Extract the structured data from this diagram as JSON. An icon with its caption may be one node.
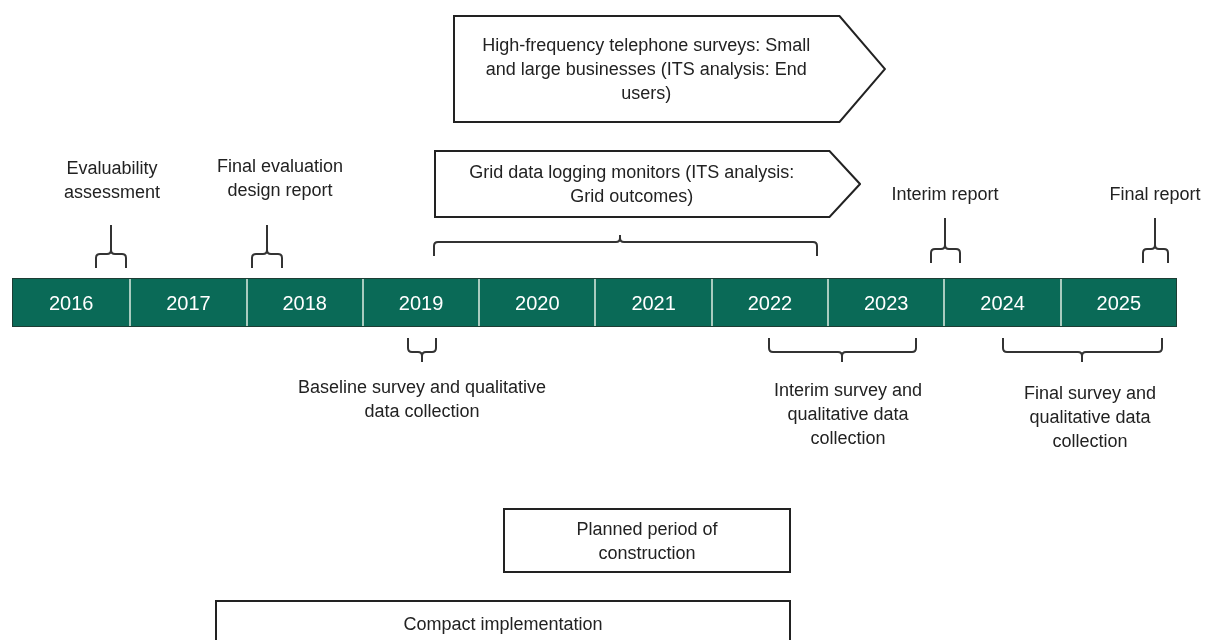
{
  "diagram": {
    "nodes": [
      {
        "text": [
          "High-frequency telephone surveys: Small and large businesses (ITS analysis: End users)"
        ]
      },
      {
        "text": [
          "Grid data logging monitors (ITS analysis: Grid outcomes)"
        ]
      },
      {
        "text": [
          "2016"
        ]
      },
      {
        "text": [
          "2017"
        ]
      },
      {
        "text": [
          "2018"
        ]
      },
      {
        "text": [
          "2019"
        ]
      },
      {
        "text": [
          "2020"
        ]
      },
      {
        "text": [
          "2021"
        ]
      },
      {
        "text": [
          "2022"
        ]
      },
      {
        "text": [
          "2023"
        ]
      },
      {
        "text": [
          "2024"
        ]
      },
      {
        "text": [
          "2025"
        ]
      },
      {
        "text": [
          "Planned period of construction"
        ]
      },
      {
        "text": [
          "Compact implementation"
        ]
      }
    ],
    "labels": [
      "Evaluability assessment",
      "Final evaluation design report",
      "Interim report",
      "Final report",
      "Baseline survey and qualitative data collection",
      "Interim survey and qualitative data collection",
      "Final survey and qualitative data collection"
    ]
  }
}
